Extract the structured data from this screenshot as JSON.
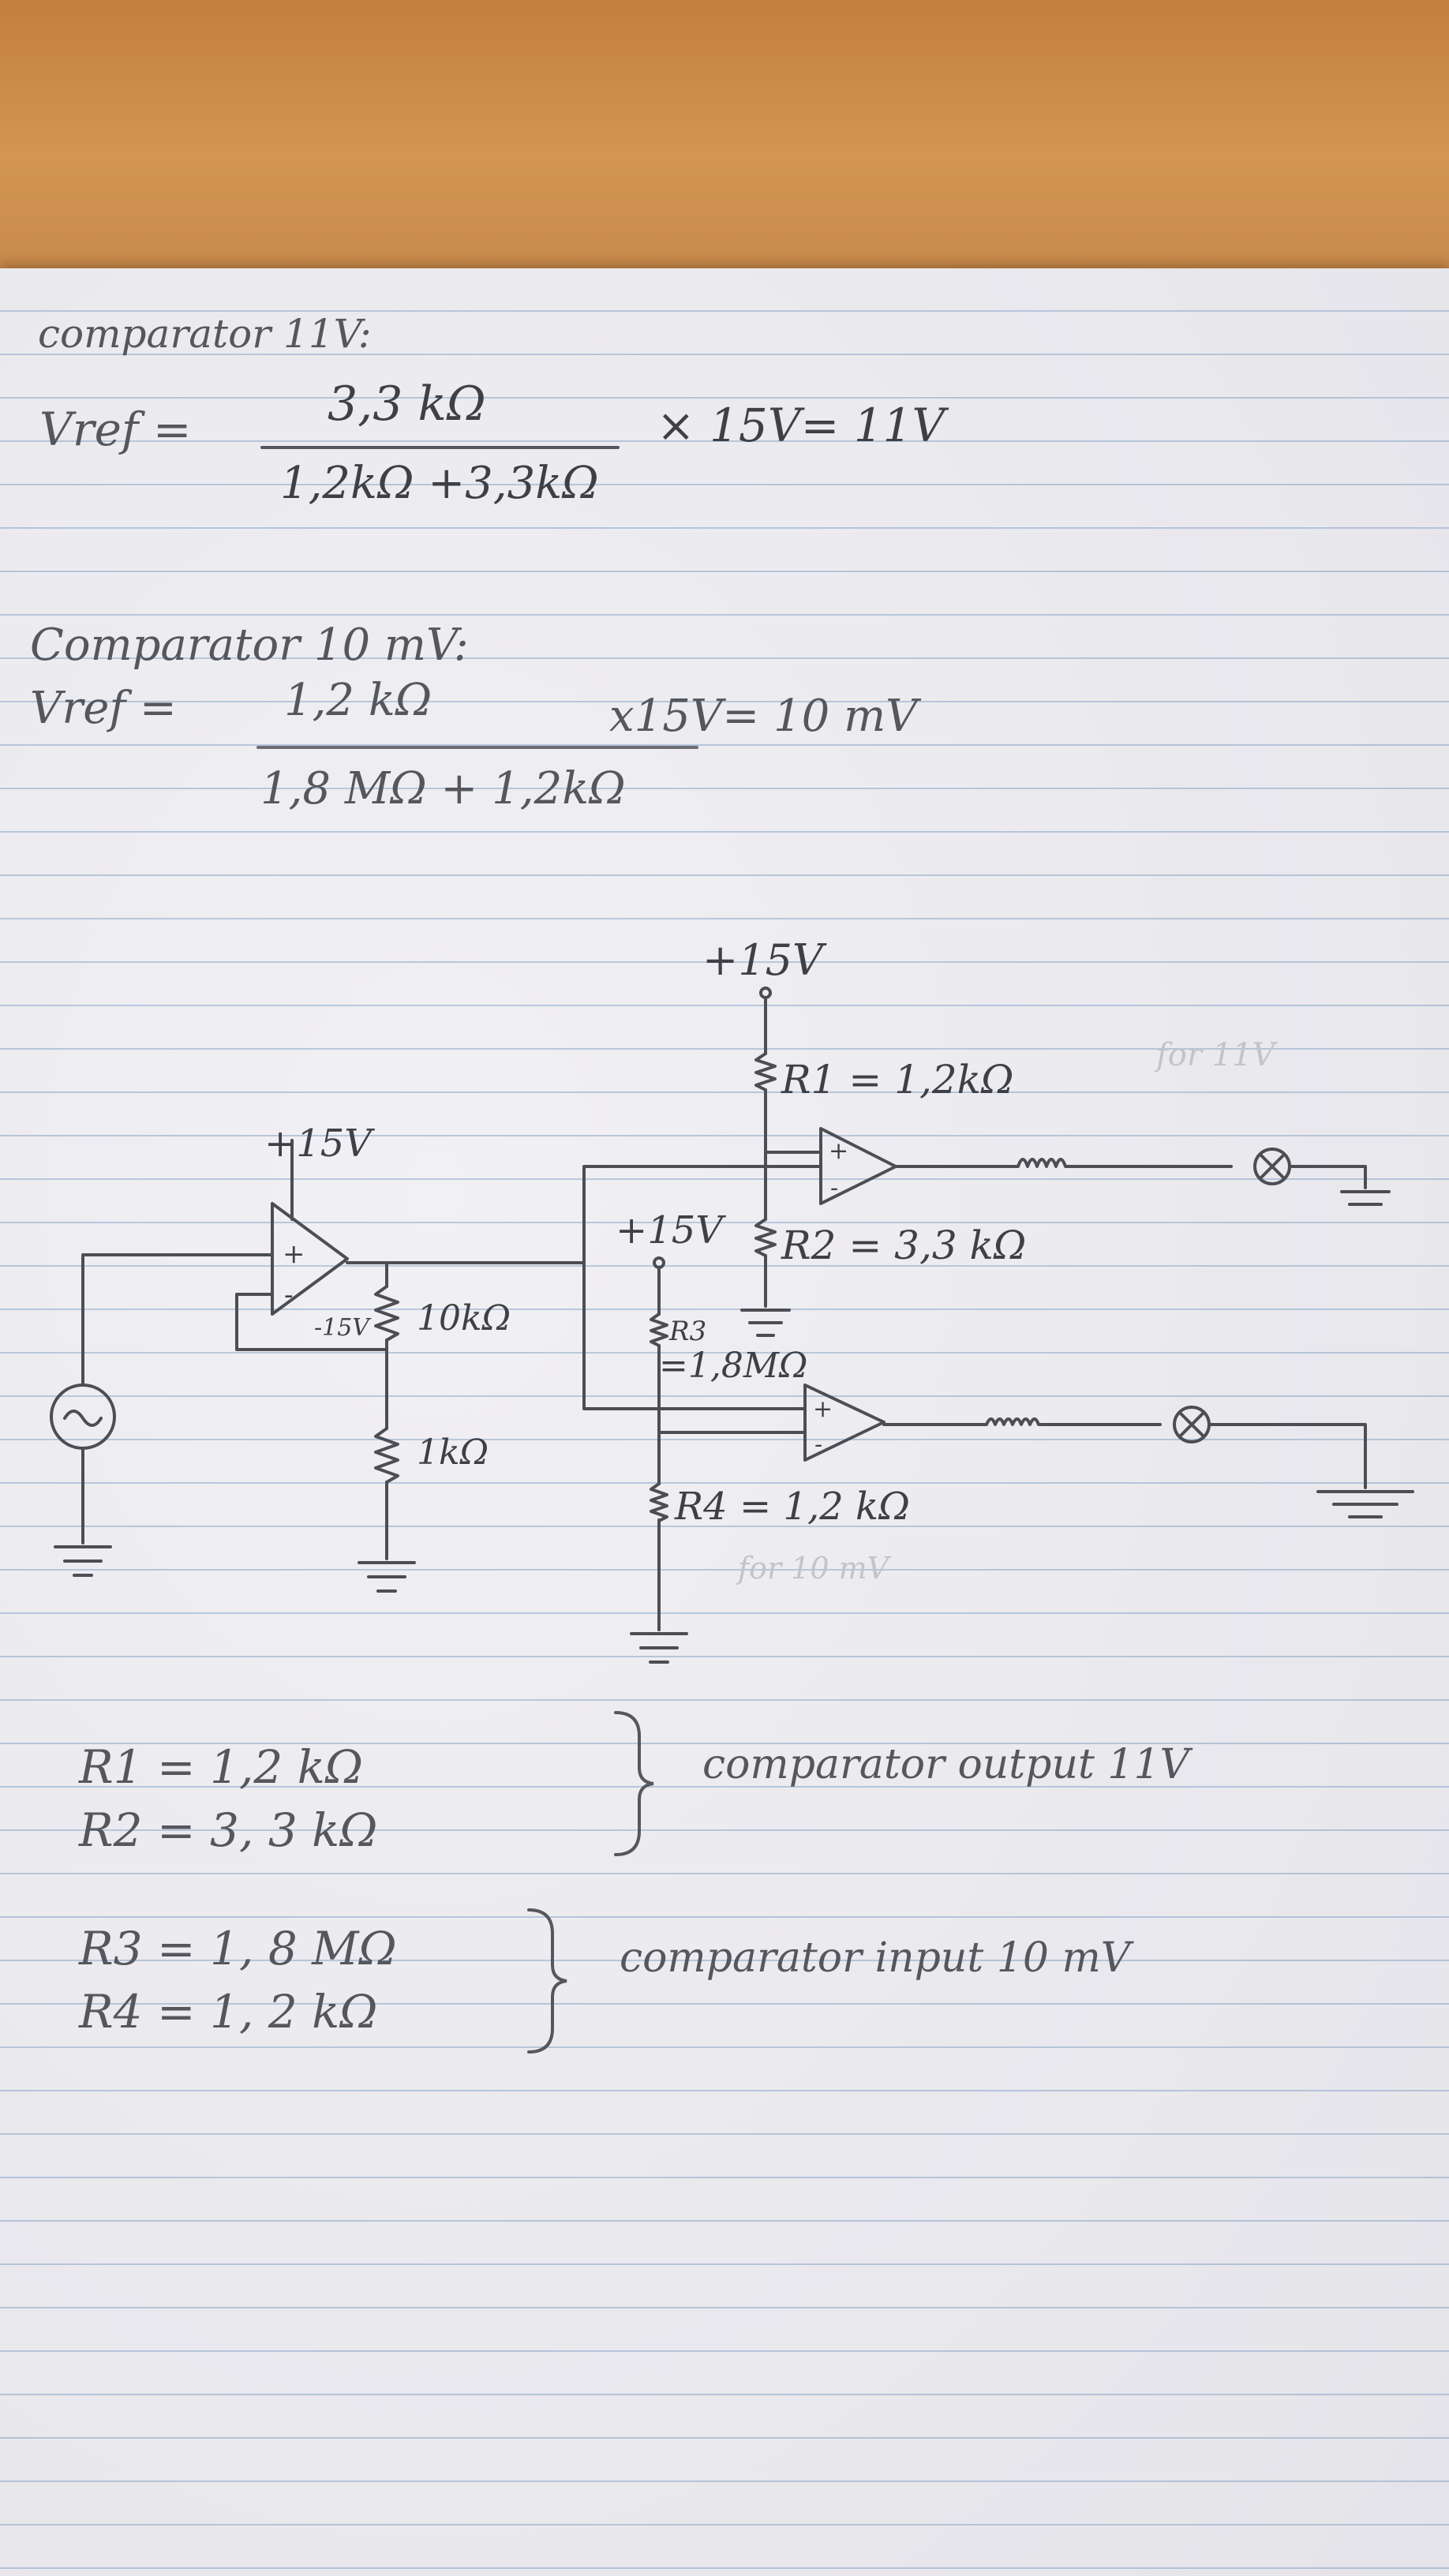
{
  "notes": {
    "section1_title": "comparator 11V:",
    "vref1_label": "Vref =",
    "vref1_numerator": "3,3 kΩ",
    "vref1_denominator": "1,2kΩ +3,3kΩ",
    "vref1_result": "× 15V= 11V",
    "section2_title": "Comparator 10 mV:",
    "vref2_label": "Vref =",
    "vref2_numerator": "1,2 kΩ",
    "vref2_denominator": "1,8 MΩ + 1,2kΩ",
    "vref2_result": "x15V= 10 mV"
  },
  "schematic": {
    "supply_top": "+15V",
    "supply_left": "+15V",
    "supply_mid": "+15V",
    "neg_supply": "-15V",
    "r1_label": "R1 = 1,2kΩ",
    "r1_note": "for 11V",
    "r2_label": "R2 = 3,3 kΩ",
    "r3_label": "R3",
    "r3_value": "=1,8MΩ",
    "r4_label": "R4 = 1,2 kΩ",
    "r4_note": "for 10 mV",
    "r_feedback_10k": "10kΩ",
    "r_feedback_1k": "1kΩ",
    "opamp_plus": "+",
    "opamp_minus": "-"
  },
  "summary": {
    "line1": "R1 = 1,2 kΩ",
    "line2": "R2 = 3, 3 kΩ",
    "desc1": "comparator output 11V",
    "line3": "R3 = 1, 8 MΩ",
    "line4": "R4 = 1, 2 kΩ",
    "desc2": "comparator input 10 mV"
  }
}
